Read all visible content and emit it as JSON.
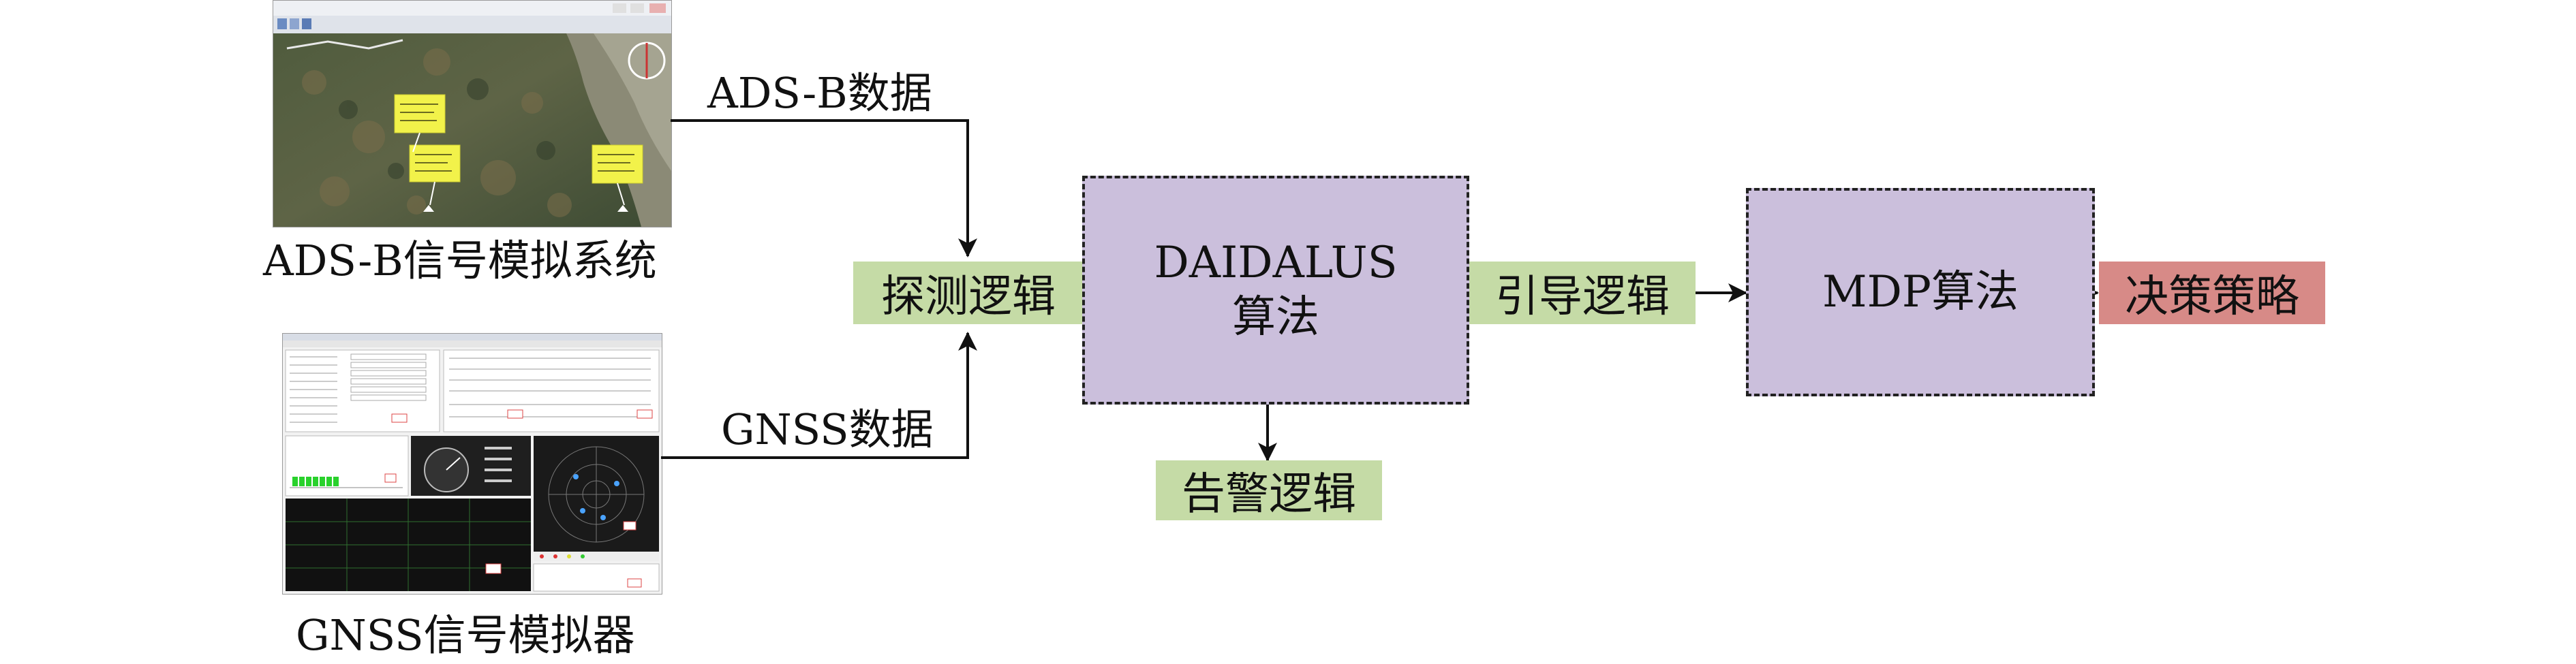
{
  "adsb_label": "ADS-B信号模拟系统",
  "gnss_label": "GNSS信号模拟器",
  "adsb_data_label": "ADS-B数据",
  "gnss_data_label": "GNSS数据",
  "detect_logic": "探测逻辑",
  "daidalus": {
    "line1": "DAIDALUS",
    "line2": "算法"
  },
  "guide_logic": "引导逻辑",
  "alert_logic": "告警逻辑",
  "mdp": "MDP算法",
  "decision": "决策策略",
  "colors": {
    "green": "#c5dba6",
    "purple": "#cbbfdc",
    "red": "#d78a87",
    "map_tag": "#f2f24a"
  }
}
